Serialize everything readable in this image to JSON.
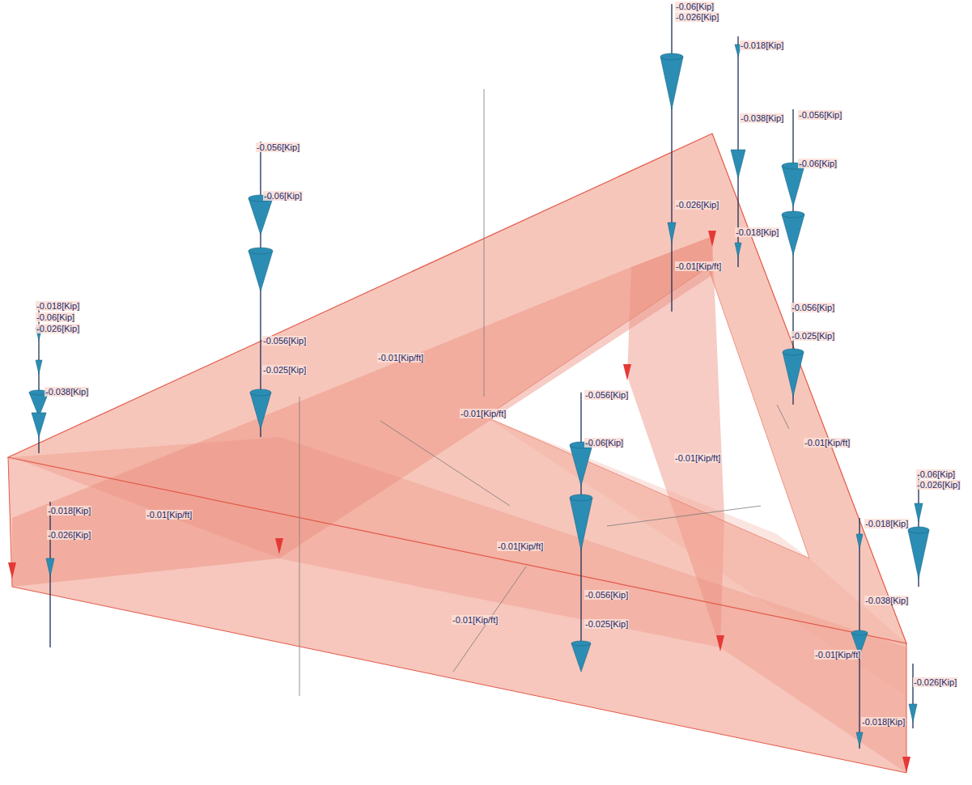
{
  "diagram": {
    "labels": [
      "-0.06[Kip]",
      "-0.026[Kip]",
      "-0.018[Kip]",
      "-0.038[Kip]",
      "-0.056[Kip]",
      "-0.06[Kip]",
      "-0.056[Kip]",
      "-0.06[Kip]",
      "-0.026[Kip]",
      "-0.018[Kip]",
      "-0.01[Kip/ft]",
      "-0.018[Kip]",
      "-0.06[Kip]",
      "-0.026[Kip]",
      "-0.038[Kip]",
      "-0.056[Kip]",
      "-0.025[Kip]",
      "-0.01[Kip/ft]",
      "-0.056[Kip]",
      "-0.025[Kip]",
      "-0.056[Kip]",
      "-0.01[Kip/ft]",
      "-0.01[Kip/ft]",
      "-0.06[Kip]",
      "-0.01[Kip/ft]",
      "-0.01[Kip/ft]",
      "-0.06[Kip]",
      "-0.026[Kip]",
      "-0.018[Kip]",
      "-0.026[Kip]",
      "-0.01[Kip/ft]",
      "-0.018[Kip]",
      "-0.056[Kip]",
      "-0.038[Kip]",
      "-0.025[Kip]",
      "-0.01[Kip/ft]",
      "-0.01[Kip/ft]",
      "-0.026[Kip]",
      "-0.018[Kip]"
    ]
  }
}
